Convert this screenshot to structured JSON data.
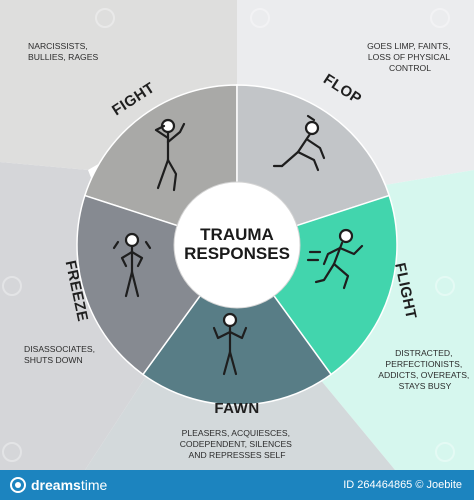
{
  "title": {
    "line1": "TRAUMA",
    "line2": "RESPONSES"
  },
  "segments": [
    {
      "label": "FIGHT",
      "icon": "fighting-person-icon",
      "color": "#a9a9a7",
      "outer": "#dededd",
      "desc": [
        "NARCISSISTS,",
        "BULLIES, RAGES"
      ]
    },
    {
      "label": "FLOP",
      "icon": "collapsing-person-icon",
      "color": "#c2c5c8",
      "outer": "#ebecee",
      "desc": [
        "GOES LIMP, FAINTS,",
        "LOSS OF PHYSICAL",
        "CONTROL"
      ]
    },
    {
      "label": "FLIGHT",
      "icon": "running-person-icon",
      "color": "#42d5ad",
      "outer": "#d6f7ee",
      "desc": [
        "DISTRACTED,",
        "PERFECTIONISTS,",
        "ADDICTS, OVEREATS,",
        "STAYS BUSY"
      ]
    },
    {
      "label": "FAWN",
      "icon": "shrugging-person-icon",
      "color": "#587d86",
      "outer": "#d3d9db",
      "desc": [
        "PLEASERS, ACQUIESCES,",
        "CODEPENDENT, SILENCES",
        "AND REPRESSES SELF"
      ]
    },
    {
      "label": "FREEZE",
      "icon": "frozen-person-icon",
      "color": "#868a91",
      "outer": "#d5d6d9",
      "desc": [
        "DISASSOCIATES,",
        "SHUTS DOWN"
      ]
    }
  ],
  "footer": {
    "brand_part1": "dreams",
    "brand_part2": "time",
    "id_text": "ID 264464865 © Joebite"
  },
  "watermark_text": "dreamstime"
}
